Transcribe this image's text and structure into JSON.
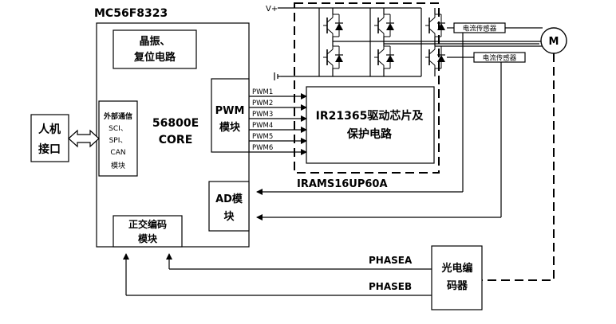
{
  "mcu": {
    "title": "MC56F8323",
    "osc_line1": "晶振、",
    "osc_line2": "复位电路",
    "periph_line1": "外部通信",
    "periph_line2": "SCI、",
    "periph_line3": "SPI、",
    "periph_line4": "CAN",
    "periph_line5": "模块",
    "core_line1": "56800E",
    "core_line2": "CORE",
    "pwm_line1": "PWM",
    "pwm_line2": "模块",
    "ad_line1": "AD模",
    "ad_line2": "块",
    "qenc_line1": "正交编码",
    "qenc_line2": "模块"
  },
  "hmi": {
    "line1": "人机",
    "line2": "接口"
  },
  "pwm_signals": [
    "PWM1",
    "PWM2",
    "PWM3",
    "PWM4",
    "PWM5",
    "PWM6"
  ],
  "driver": {
    "line1": "IR21365驱动芯片及",
    "line2": "保护电路"
  },
  "module_name": "IRAMS16UP60A",
  "power": {
    "vplus": "V+"
  },
  "sensors": {
    "s1": "电流传感器",
    "s2": "电流传感器"
  },
  "motor": {
    "label": "M"
  },
  "encoder": {
    "line1": "光电编",
    "line2": "码器",
    "phase_a": "PHASEA",
    "phase_b": "PHASEB"
  }
}
